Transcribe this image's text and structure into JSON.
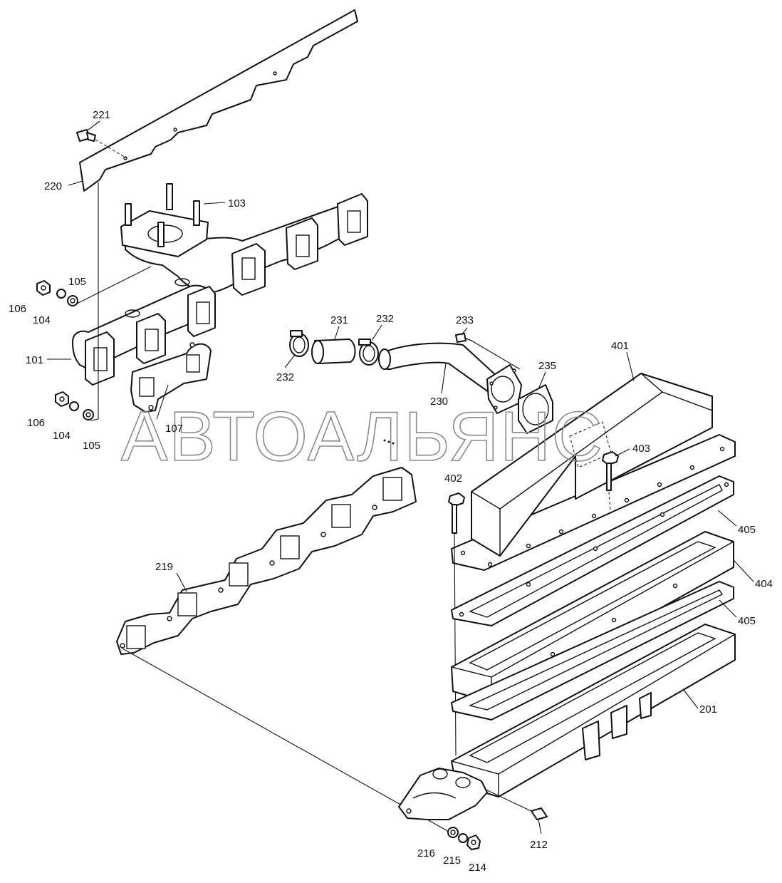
{
  "watermark": "АВТОАЛЬЯНС",
  "callouts": {
    "c101": "101",
    "c103": "103",
    "c104a": "104",
    "c104b": "104",
    "c105a": "105",
    "c105b": "105",
    "c106a": "106",
    "c106b": "106",
    "c107": "107",
    "c201": "201",
    "c212": "212",
    "c214": "214",
    "c215": "215",
    "c216": "216",
    "c219": "219",
    "c220": "220",
    "c221": "221",
    "c230": "230",
    "c231": "231",
    "c232a": "232",
    "c232b": "232",
    "c233": "233",
    "c235": "235",
    "c401": "401",
    "c402": "402",
    "c403": "403",
    "c404": "404",
    "c405a": "405",
    "c405b": "405"
  }
}
